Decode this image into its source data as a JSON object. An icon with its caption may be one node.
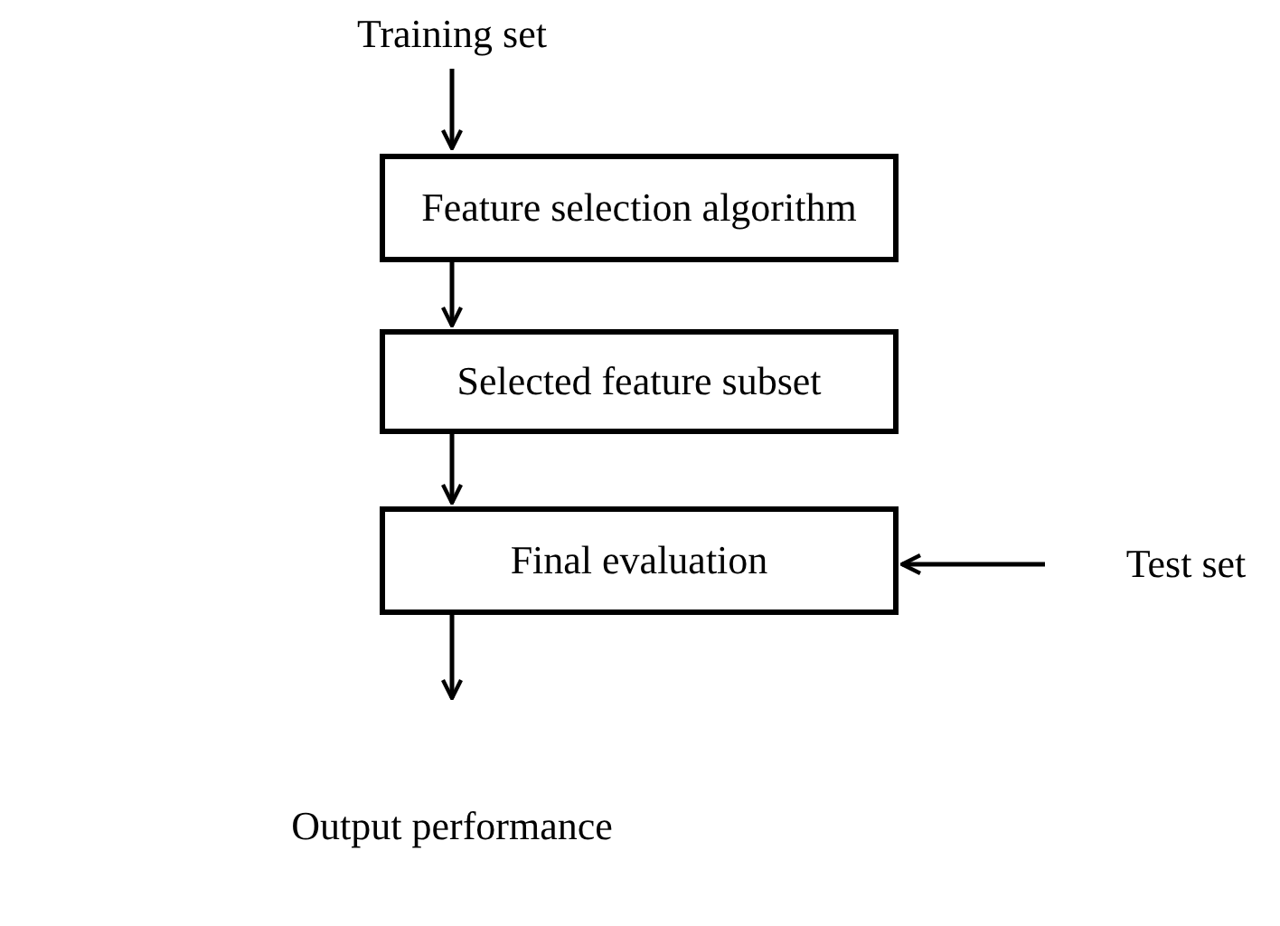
{
  "diagram": {
    "nodes": [
      {
        "text": [
          "Training set"
        ]
      },
      {
        "text": [
          "Feature selection algorithm"
        ]
      },
      {
        "text": [
          "Selected feature subset"
        ]
      },
      {
        "text": [
          "Final evaluation"
        ]
      },
      {
        "text": [
          "Test set"
        ]
      }
    ],
    "edges": [
      {
        "from": 0,
        "to": 1,
        "arrow": "to"
      },
      {
        "from": 1,
        "to": 2,
        "arrow": "to"
      },
      {
        "from": 2,
        "to": 3,
        "arrow": "to"
      },
      {
        "from": 4,
        "to": 3,
        "arrow": "to"
      },
      {
        "from": 3,
        "to": null,
        "arrow": "to"
      }
    ],
    "labels": [
      "Output performance"
    ]
  }
}
